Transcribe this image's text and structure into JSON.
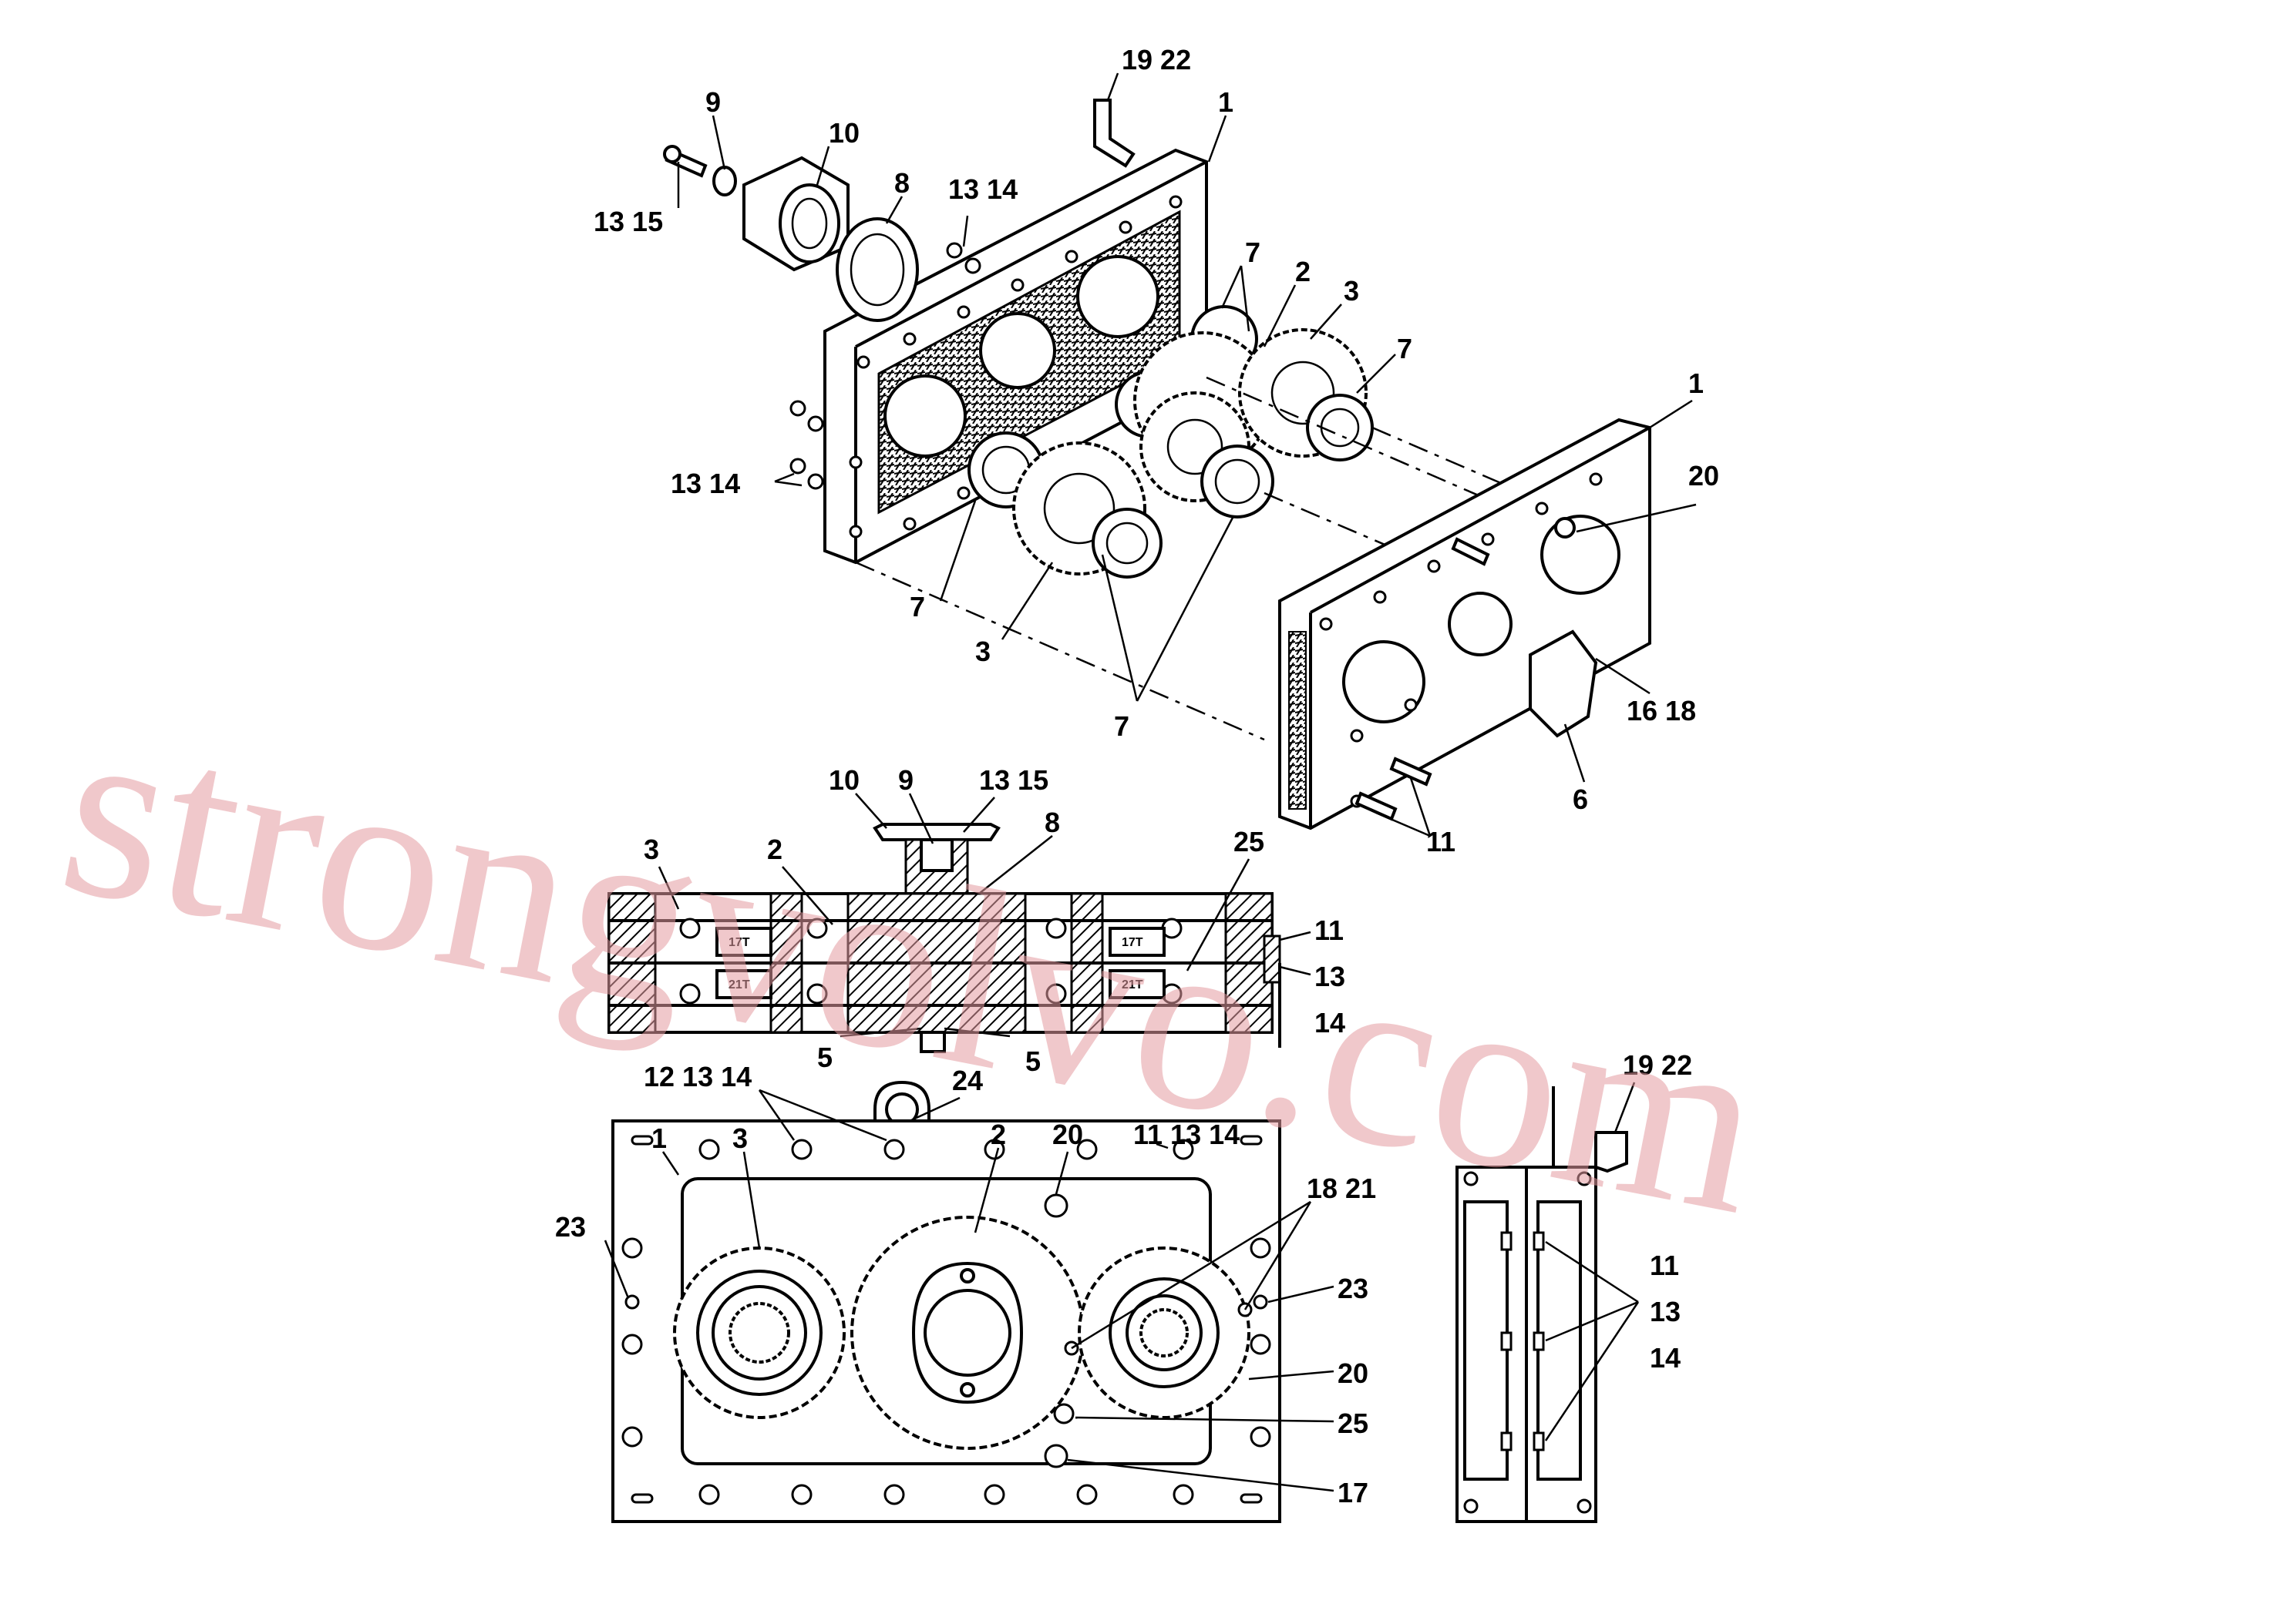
{
  "diagram": {
    "callouts": {
      "top_19_22": "19 22",
      "top_1a": "1",
      "top_9": "9",
      "top_10": "10",
      "top_8": "8",
      "top_13_14a": "13 14",
      "top_13_15": "13 15",
      "top_7a": "7",
      "top_2": "2",
      "top_3a": "3",
      "top_7b": "7",
      "top_1b": "1",
      "top_20": "20",
      "top_13_14b": "13 14",
      "top_7c": "7",
      "top_3b": "3",
      "top_7d": "7",
      "top_16_18": "16 18",
      "top_6": "6",
      "top_11": "11",
      "sec_10": "10",
      "sec_9": "9",
      "sec_13_15": "13 15",
      "sec_8": "8",
      "sec_3": "3",
      "sec_2": "2",
      "sec_25": "25",
      "sec_11": "11",
      "sec_13": "13",
      "sec_14": "14",
      "sec_5a": "5",
      "sec_5b": "5",
      "sec_gear_17t_a": "17T",
      "sec_gear_21t_a": "21T",
      "sec_gear_17t_b": "17T",
      "sec_gear_21t_b": "21T",
      "front_12_13_14": "12 13 14",
      "front_24": "24",
      "front_1": "1",
      "front_3": "3",
      "front_2": "2",
      "front_20a": "20",
      "front_11_13_14": "11 13 14",
      "front_23a": "23",
      "front_18_21": "18 21",
      "front_23b": "23",
      "front_20b": "20",
      "front_25": "25",
      "front_17": "17",
      "side_19_22": "19 22",
      "side_11": "11",
      "side_13": "13",
      "side_14": "14"
    },
    "watermark": "strongvolvo.com"
  }
}
